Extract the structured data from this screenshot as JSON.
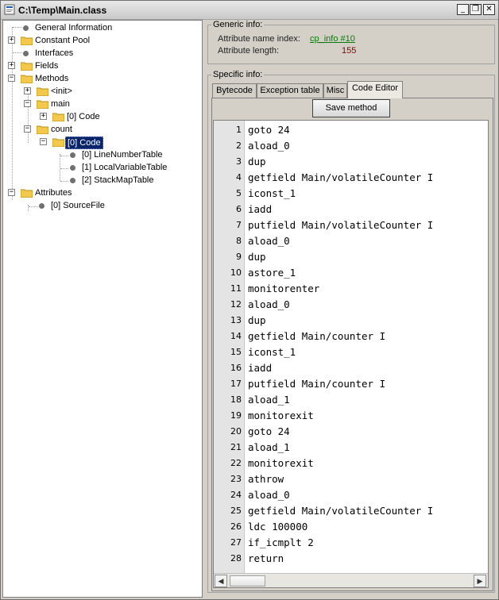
{
  "window": {
    "title": "C:\\Temp\\Main.class"
  },
  "tree": {
    "items": [
      {
        "label": "General Information"
      },
      {
        "label": "Constant Pool"
      },
      {
        "label": "Interfaces"
      },
      {
        "label": "Fields"
      },
      {
        "label": "Methods"
      },
      {
        "label": "<init>"
      },
      {
        "label": "main"
      },
      {
        "label": "[0] Code"
      },
      {
        "label": "count"
      },
      {
        "label": "[0] Code"
      },
      {
        "label": "[0] LineNumberTable"
      },
      {
        "label": "[1] LocalVariableTable"
      },
      {
        "label": "[2] StackMapTable"
      },
      {
        "label": "Attributes"
      },
      {
        "label": "[0] SourceFile"
      }
    ]
  },
  "generic": {
    "title": "Generic info:",
    "name_index_label": "Attribute name index:",
    "name_index_value": "cp_info #10",
    "length_label": "Attribute length:",
    "length_value": "155"
  },
  "specific": {
    "title": "Specific info:",
    "tabs": [
      {
        "label": "Bytecode"
      },
      {
        "label": "Exception table"
      },
      {
        "label": "Misc"
      },
      {
        "label": "Code Editor"
      }
    ],
    "active_tab": "Code Editor",
    "save_label": "Save method"
  },
  "code": {
    "lines": [
      {
        "num": "1",
        "text": "goto 24"
      },
      {
        "num": "2",
        "text": "aload_0"
      },
      {
        "num": "3",
        "text": "dup"
      },
      {
        "num": "4",
        "text": "getfield Main/volatileCounter I"
      },
      {
        "num": "5",
        "text": "iconst_1"
      },
      {
        "num": "6",
        "text": "iadd"
      },
      {
        "num": "7",
        "text": "putfield Main/volatileCounter I"
      },
      {
        "num": "8",
        "text": "aload_0"
      },
      {
        "num": "9",
        "text": "dup"
      },
      {
        "num": "10",
        "text": "astore_1"
      },
      {
        "num": "11",
        "text": "monitorenter"
      },
      {
        "num": "12",
        "text": "aload_0"
      },
      {
        "num": "13",
        "text": "dup"
      },
      {
        "num": "14",
        "text": "getfield Main/counter I"
      },
      {
        "num": "15",
        "text": "iconst_1"
      },
      {
        "num": "16",
        "text": "iadd"
      },
      {
        "num": "17",
        "text": "putfield Main/counter I"
      },
      {
        "num": "18",
        "text": "aload_1"
      },
      {
        "num": "19",
        "text": "monitorexit"
      },
      {
        "num": "20",
        "text": "goto 24"
      },
      {
        "num": "21",
        "text": "aload_1"
      },
      {
        "num": "22",
        "text": "monitorexit"
      },
      {
        "num": "23",
        "text": "athrow"
      },
      {
        "num": "24",
        "text": "aload_0"
      },
      {
        "num": "25",
        "text": "getfield Main/volatileCounter I"
      },
      {
        "num": "26",
        "text": "ldc 100000"
      },
      {
        "num": "27",
        "text": "if_icmplt 2"
      },
      {
        "num": "28",
        "text": "return"
      }
    ]
  },
  "colors": {
    "selection": "#0a246a",
    "link": "#0a7a0a",
    "number": "#8b0000"
  }
}
